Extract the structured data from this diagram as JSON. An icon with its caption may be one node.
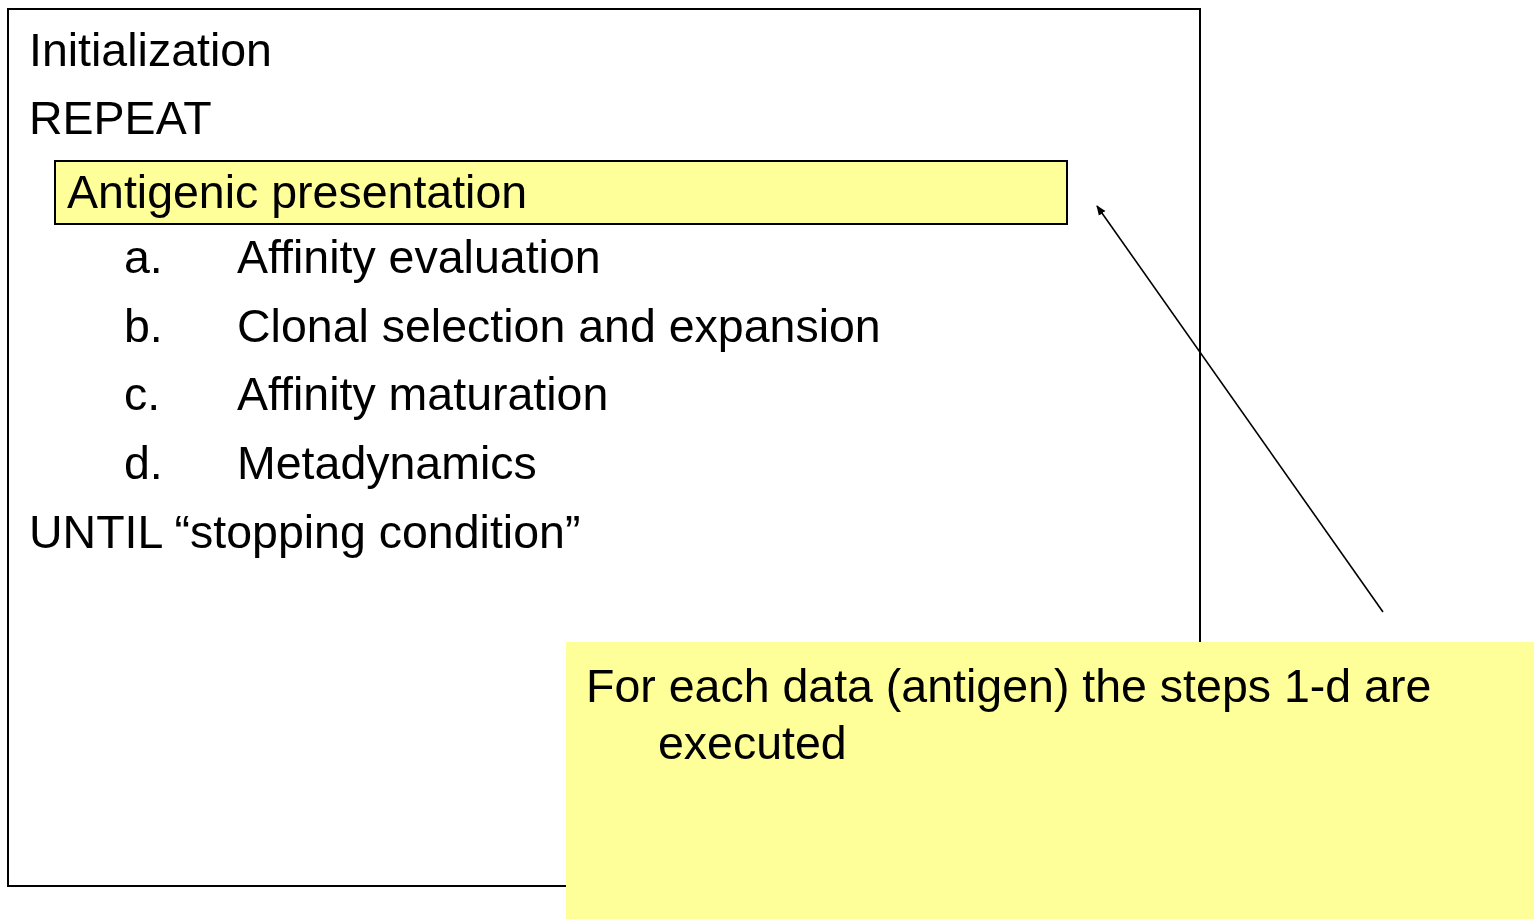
{
  "diagram": {
    "nodes": [
      {
        "text": [
          "Initialization",
          "REPEAT",
          "a. Affinity evaluation",
          "b. Clonal selection and expansion",
          "c. Affinity maturation",
          "d. Metadynamics",
          "UNTIL “stopping condition”"
        ]
      },
      {
        "text": [
          "Antigenic presentation"
        ],
        "in": 0
      },
      {
        "text": [
          "For each data (antigen) the steps 1-d are executed"
        ]
      }
    ],
    "edges": [
      {
        "from": 2,
        "to": 1,
        "arrow": "to"
      }
    ]
  }
}
